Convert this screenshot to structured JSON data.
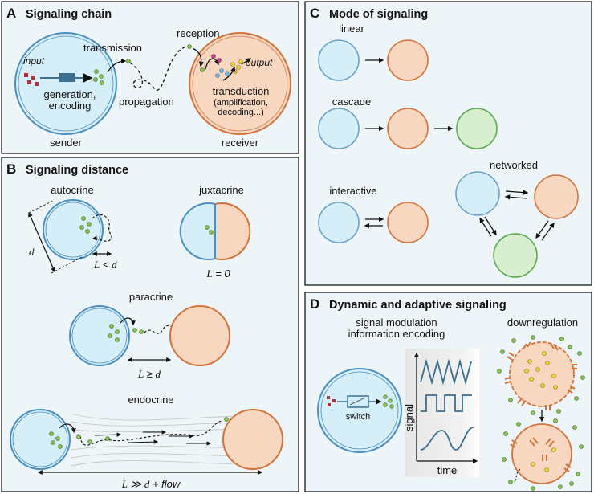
{
  "colors": {
    "panel_bg": "#eef5f9",
    "panel_border": "#1a1a1a",
    "sender_fill": "#d6eef8",
    "sender_stroke": "#4a8fbd",
    "receiver_fill": "#f7d7c0",
    "receiver_stroke": "#d2733a",
    "green_fill": "#d7efcf",
    "green_stroke": "#5aa84e",
    "molecule_green": "#8cc152",
    "input_red": "#b0313a"
  },
  "panel_a": {
    "letter": "A",
    "title": "Signaling chain",
    "input": "input",
    "generation": "generation,",
    "encoding": "encoding",
    "transmission": "transmission",
    "propagation": "propagation",
    "reception": "reception",
    "output": "output",
    "transduction": "transduction",
    "transduction_sub1": "(amplification,",
    "transduction_sub2": "decoding...)",
    "sender": "sender",
    "receiver": "receiver"
  },
  "panel_b": {
    "letter": "B",
    "title": "Signaling distance",
    "autocrine": "autocrine",
    "juxtacrine": "juxtacrine",
    "paracrine": "paracrine",
    "endocrine": "endocrine",
    "d_label": "d",
    "auto_L": "L",
    "auto_rel": " < ",
    "auto_d": "d",
    "juxta_L": "L",
    "juxta_rel": " = 0",
    "para_L": "L",
    "para_rel": " ≥ ",
    "para_d": "d",
    "endo_L": "L",
    "endo_rel": " ≫ ",
    "endo_d": "d",
    "endo_flow": " + flow"
  },
  "panel_c": {
    "letter": "C",
    "title": "Mode of signaling",
    "linear": "linear",
    "cascade": "cascade",
    "interactive": "interactive",
    "networked": "networked"
  },
  "panel_d": {
    "letter": "D",
    "title": "Dynamic and adaptive signaling",
    "modulation_line1": "signal modulation",
    "modulation_line2": "information encoding",
    "downregulation": "downregulation",
    "switch": "switch",
    "signal_axis": "signal",
    "time_axis": "time"
  }
}
